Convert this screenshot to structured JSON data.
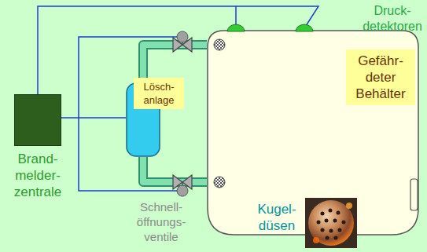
{
  "diagram": {
    "nodes": [
      {
        "text": [
          "Brand- melder- zentrale"
        ]
      },
      {
        "text": [
          "Lösch- anlage"
        ]
      },
      {
        "text": [
          "Gefähr- deter Behälter"
        ]
      }
    ],
    "edges": [
      {
        "from": 0,
        "to": 2,
        "arrow": "none"
      },
      {
        "from": 0,
        "to": 1,
        "arrow": "none"
      },
      {
        "from": 1,
        "to": 2,
        "arrow": "none"
      },
      {
        "from": 1,
        "to": 2,
        "arrow": "none"
      }
    ],
    "labels": [
      "Druck- detektoren",
      "Schnell- öffnungs- ventile",
      "Kugel- düsen"
    ]
  }
}
